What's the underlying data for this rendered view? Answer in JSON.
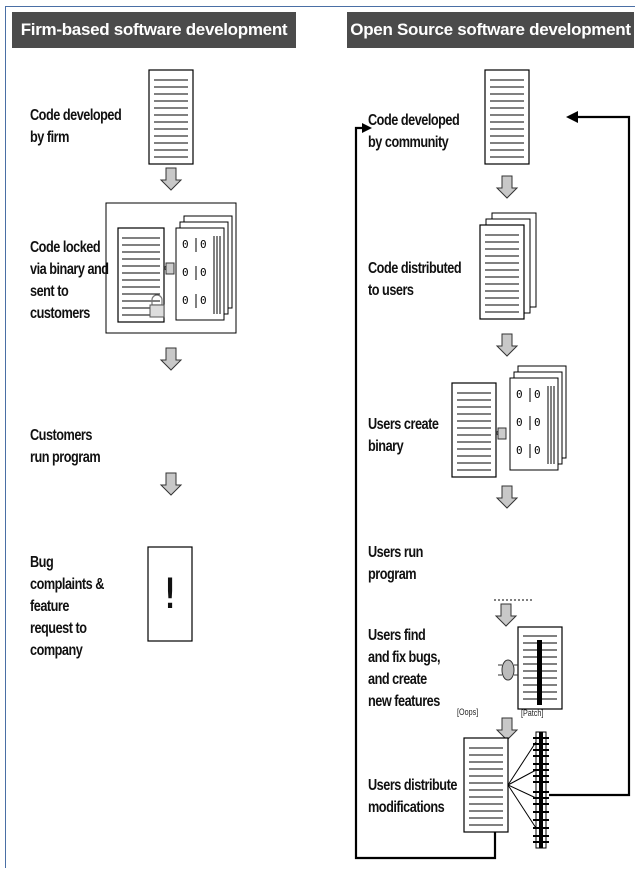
{
  "headers": {
    "left": "Firm-based software development",
    "right": "Open Source software development"
  },
  "left_steps": [
    [
      "Code developed",
      "by firm"
    ],
    [
      "Code locked",
      "via binary and",
      "sent to",
      "customers"
    ],
    [
      "Customers",
      "run program"
    ],
    [
      "Bug",
      "complaints &",
      "feature",
      "request to",
      "company"
    ]
  ],
  "right_steps": [
    [
      "Code developed",
      "by community"
    ],
    [
      "Code distributed",
      "to users"
    ],
    [
      "Users create",
      "binary"
    ],
    [
      "Users run",
      "program"
    ],
    [
      "Users find",
      "and fix bugs,",
      "and create",
      "new features"
    ],
    [
      "Users distribute",
      "modifications"
    ]
  ],
  "annotations": {
    "exclamation": "!",
    "oops": "[Oops]",
    "patch": "[Patch]"
  },
  "colors": {
    "header_bg": "#4b4b4b",
    "frame_rule": "#4a6fa5",
    "arrow_fill": "#c8c8c8",
    "line": "#000000"
  }
}
